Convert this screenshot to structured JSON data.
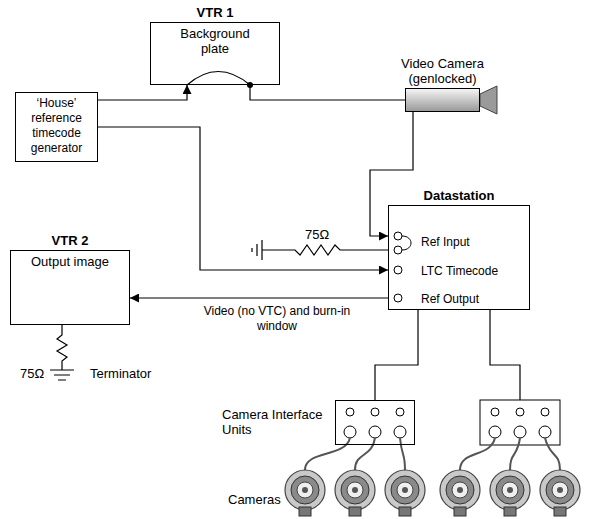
{
  "diagram": {
    "nodes": [
      {
        "text": [
          "VTR 1",
          "Background plate"
        ]
      },
      {
        "text": [
          "‘House’ reference timecode generator"
        ]
      },
      {
        "text": [
          "Video Camera (genlocked)"
        ]
      },
      {
        "text": [
          "Datastation",
          "Ref Input",
          "LTC Timecode",
          "Ref Output"
        ]
      },
      {
        "text": [
          "VTR 2",
          "Output image"
        ]
      },
      {
        "text": [
          "Camera Interface Units"
        ]
      }
    ],
    "edges": [
      {
        "from": 1,
        "to": 0,
        "arrow": "to"
      },
      {
        "from": 0,
        "to": 2,
        "arrow": "none"
      },
      {
        "from": 2,
        "to": 3,
        "arrow": "to"
      },
      {
        "from": 1,
        "to": 3,
        "arrow": "to"
      },
      {
        "from": 3,
        "to": 4,
        "label": "Video (no VTC) and burn-in window",
        "arrow": "to"
      },
      {
        "from": 3,
        "to": 5,
        "arrow": "none"
      }
    ],
    "labels": [
      "75Ω",
      "75Ω",
      "Terminator",
      "Cameras"
    ]
  }
}
